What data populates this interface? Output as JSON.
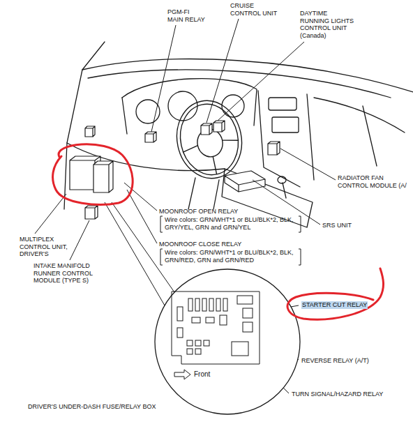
{
  "diagram": {
    "labels": [
      "CRUISE CONTROL UNIT",
      "PGM-FI MAIN RELAY",
      "DAYTIME RUNNING LIGHTS CONTROL UNIT (Canada)",
      "RADIATOR FAN CONTROL MODULE (A/",
      "MOONROOF OPEN RELAY",
      "Wire colors: GRN/WHT*1 or BLU/BLK*2, BLK, GRY/YEL, GRN and GRN/YEL",
      "SRS UNIT",
      "MULTIPLEX CONTROL UNIT, DRIVER'S",
      "MOONROOF CLOSE RELAY",
      "Wire colors: GRN/WHT*1 or BLU/BLK*2, BLK, GRN/RED, GRN and GRN/RED",
      "INTAKE MANIFOLD RUNNER CONTROL MODULE (TYPE S)",
      "STARTER CUT RELAY",
      "REVERSE RELAY (A/T)",
      "Front",
      "TURN SIGNAL/HAZARD RELAY",
      "DRIVER'S UNDER-DASH FUSE/RELAY BOX"
    ]
  }
}
